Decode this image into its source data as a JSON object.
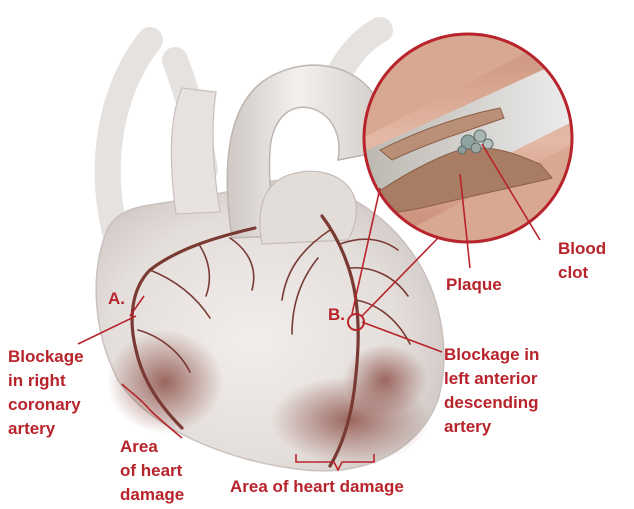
{
  "colors": {
    "label": "#b8242b",
    "leader_line": "#b8242b",
    "heart_tissue": "#ece7e4",
    "damage": "#8e5048",
    "artery": "#7a3a34",
    "vessel_wall": "#d9a892",
    "inset_ring": "#b8242b"
  },
  "labels": {
    "marker_a": "A.",
    "marker_b": "B.",
    "blockage_right": [
      "Blockage",
      "in right",
      "coronary",
      "artery"
    ],
    "blockage_left": [
      "Blockage in",
      "left anterior",
      "descending",
      "artery"
    ],
    "damage_area_small": [
      "Area",
      "of heart",
      "damage"
    ],
    "damage_area_large": "Area of heart damage",
    "plaque": "Plaque",
    "blood_clot": [
      "Blood",
      "clot"
    ]
  }
}
